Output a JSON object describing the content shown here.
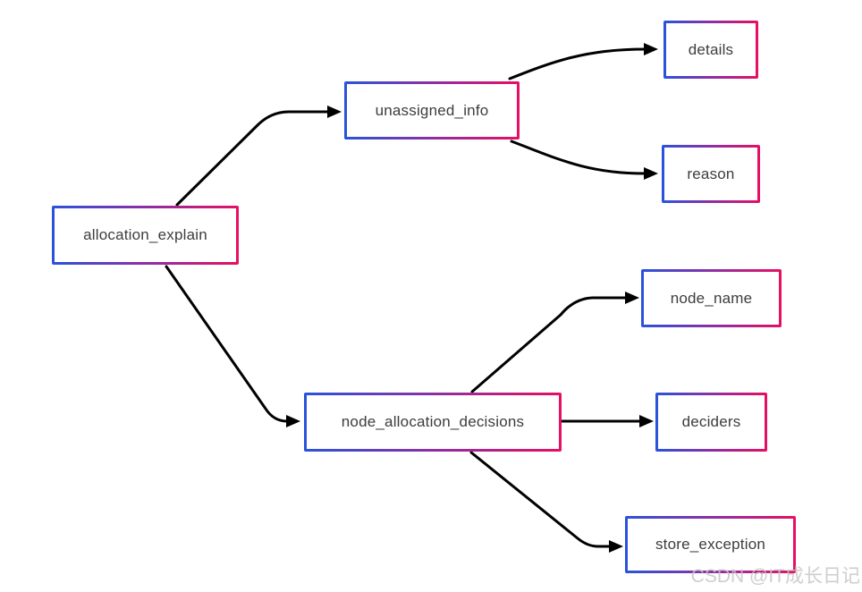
{
  "diagram": {
    "nodes": {
      "allocation_explain": {
        "label": "allocation_explain"
      },
      "unassigned_info": {
        "label": "unassigned_info"
      },
      "details": {
        "label": "details"
      },
      "reason": {
        "label": "reason"
      },
      "node_allocation_decisions": {
        "label": "node_allocation_decisions"
      },
      "node_name": {
        "label": "node_name"
      },
      "deciders": {
        "label": "deciders"
      },
      "store_exception": {
        "label": "store_exception"
      }
    },
    "edges": [
      {
        "from": "allocation_explain",
        "to": "unassigned_info"
      },
      {
        "from": "allocation_explain",
        "to": "node_allocation_decisions"
      },
      {
        "from": "unassigned_info",
        "to": "details"
      },
      {
        "from": "unassigned_info",
        "to": "reason"
      },
      {
        "from": "node_allocation_decisions",
        "to": "node_name"
      },
      {
        "from": "node_allocation_decisions",
        "to": "deciders"
      },
      {
        "from": "node_allocation_decisions",
        "to": "store_exception"
      }
    ]
  },
  "watermark": {
    "text": "CSDN @IT成长日记"
  },
  "colors": {
    "node_border_gradient_start": "#2953dc",
    "node_border_gradient_mid": "#8c2fa5",
    "node_border_gradient_end": "#e60f63",
    "edge": "#000000",
    "node_text": "#3d3d3d",
    "background": "#ffffff",
    "watermark_text": "#c6c6c6"
  }
}
